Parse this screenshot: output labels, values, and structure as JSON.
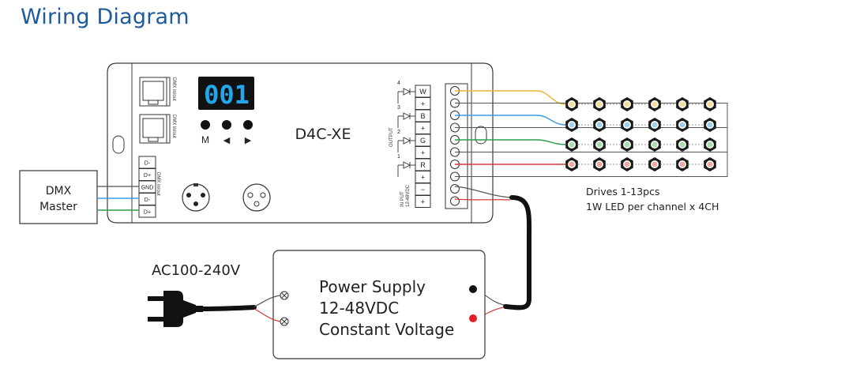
{
  "title": "Wiring Diagram",
  "controller": {
    "model": "D4C-XE",
    "display": "001",
    "buttons": [
      "M",
      "◀",
      "▶"
    ],
    "rj45_label": "DMX in/out",
    "dmx_terminals": [
      "D-",
      "D+",
      "GND",
      "D-",
      "D+"
    ],
    "dmx_terminal_label": "DMX in/out",
    "output_label": "OUTPUT",
    "output_pins": [
      {
        "channel": "4",
        "minus": "W",
        "plus": "+"
      },
      {
        "channel": "3",
        "minus": "B",
        "plus": "+"
      },
      {
        "channel": "2",
        "minus": "G",
        "plus": "+"
      },
      {
        "channel": "1",
        "minus": "R",
        "plus": "+"
      }
    ],
    "input_label": "IN PUT",
    "input_voltage": "12-48VDC",
    "input_pins": [
      "−",
      "+"
    ]
  },
  "dmx_master": {
    "line1": "DMX",
    "line2": "Master"
  },
  "ac_label": "AC100-240V",
  "power_supply": {
    "line1": "Power Supply",
    "line2": "12-48VDC",
    "line3": "Constant Voltage"
  },
  "led_note": {
    "line1": "Drives 1-13pcs",
    "line2": "1W LED per channel x 4CH"
  },
  "colors": {
    "title": "#1d5aa0",
    "wire_w": "#e8b830",
    "wire_b": "#3b9ee0",
    "wire_g": "#2e9e4e",
    "wire_r": "#d23a3a",
    "led_core_w": "#f2df9a",
    "led_core_b": "#9fd0f2",
    "led_core_g": "#a9dcaf",
    "led_core_r": "#f3a8a8"
  }
}
